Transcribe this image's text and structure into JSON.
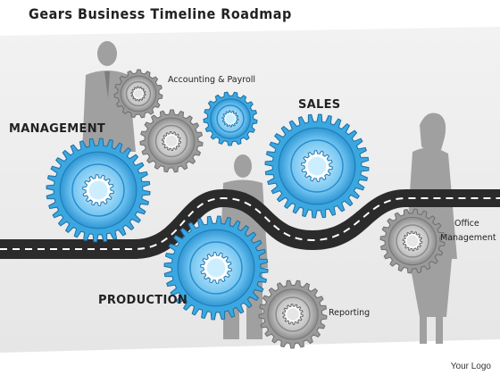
{
  "title": "Gears Business Timeline Roadmap",
  "labels": {
    "management": "MANAGEMENT",
    "accounting": "Accounting & Payroll",
    "sales": "SALES",
    "office_line1": "Office",
    "office_line2": "Management",
    "production": "PRODUCTION",
    "reporting": "Reporting"
  },
  "logo": "Your Logo",
  "colors": {
    "gear_blue": "#3ba7e0",
    "gear_gray": "#9a9a9a",
    "road": "#2b2b2b",
    "silhouette": "#9b9b9b"
  }
}
